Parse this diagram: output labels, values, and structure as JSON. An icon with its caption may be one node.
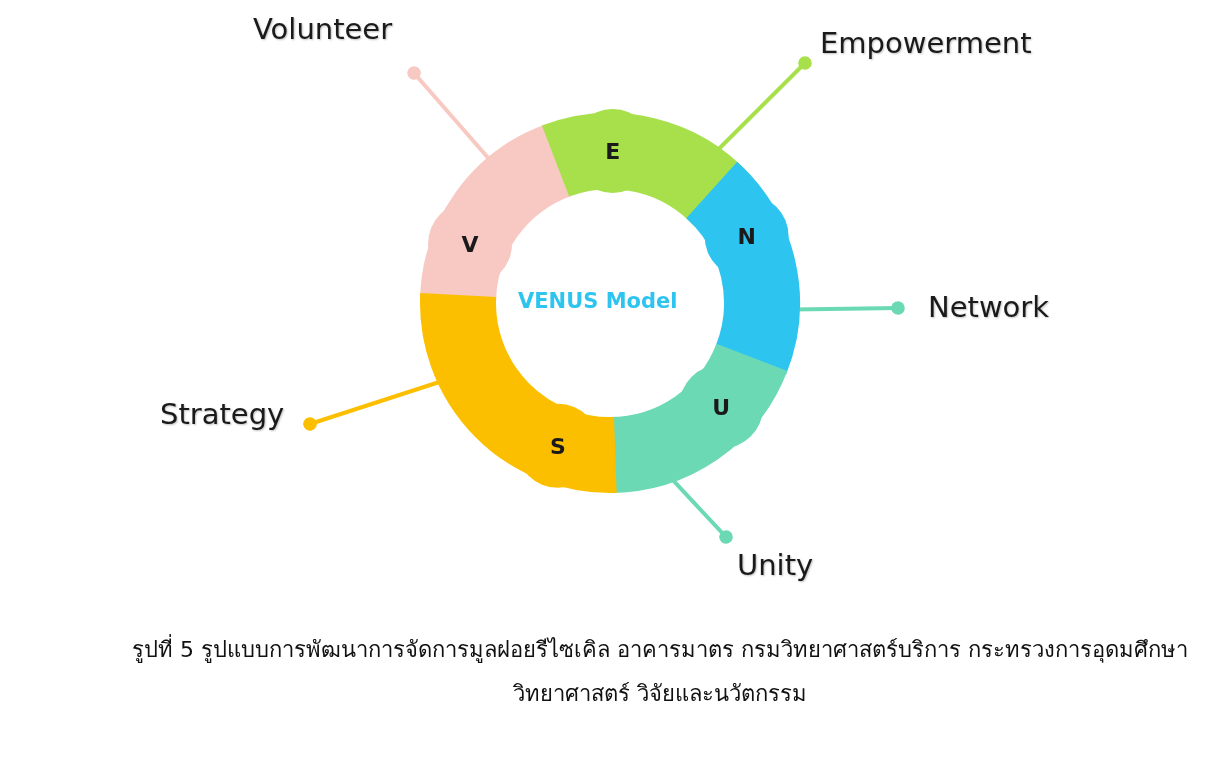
{
  "diagram": {
    "caption": "รูปที่ 5 รูปแบบการพัฒนาการจัดการมูลฝอยรีไซเคิล อาคารมาตร กรมวิทยาศาสตร์บริการ กระทรวงการอุดมศึกษา วิทยาศาสตร์ วิจัยและนวัตกรรม",
    "nodes": [
      {
        "text": [
          "V"
        ]
      },
      {
        "text": [
          "E"
        ]
      },
      {
        "text": [
          "N"
        ]
      },
      {
        "text": [
          "U"
        ]
      },
      {
        "text": [
          "S"
        ]
      },
      {
        "text": [
          "Volunteer"
        ]
      },
      {
        "text": [
          "Empowerment"
        ]
      },
      {
        "text": [
          "Network"
        ]
      },
      {
        "text": [
          "Unity"
        ]
      },
      {
        "text": [
          "Strategy"
        ]
      }
    ],
    "edges": [
      {
        "from": 5,
        "to": 0,
        "arrow": "other",
        "color": "#f8c9c2"
      },
      {
        "from": 6,
        "to": 1,
        "arrow": "other",
        "color": "#a8e04c"
      },
      {
        "from": 7,
        "to": 2,
        "arrow": "other",
        "color": "#6cd9b5"
      },
      {
        "from": 8,
        "to": 3,
        "arrow": "other",
        "color": "#6cd9b5"
      },
      {
        "from": 9,
        "to": 4,
        "arrow": "other",
        "color": "#fcbf00"
      }
    ],
    "labels": [
      "VENUS Model"
    ]
  }
}
